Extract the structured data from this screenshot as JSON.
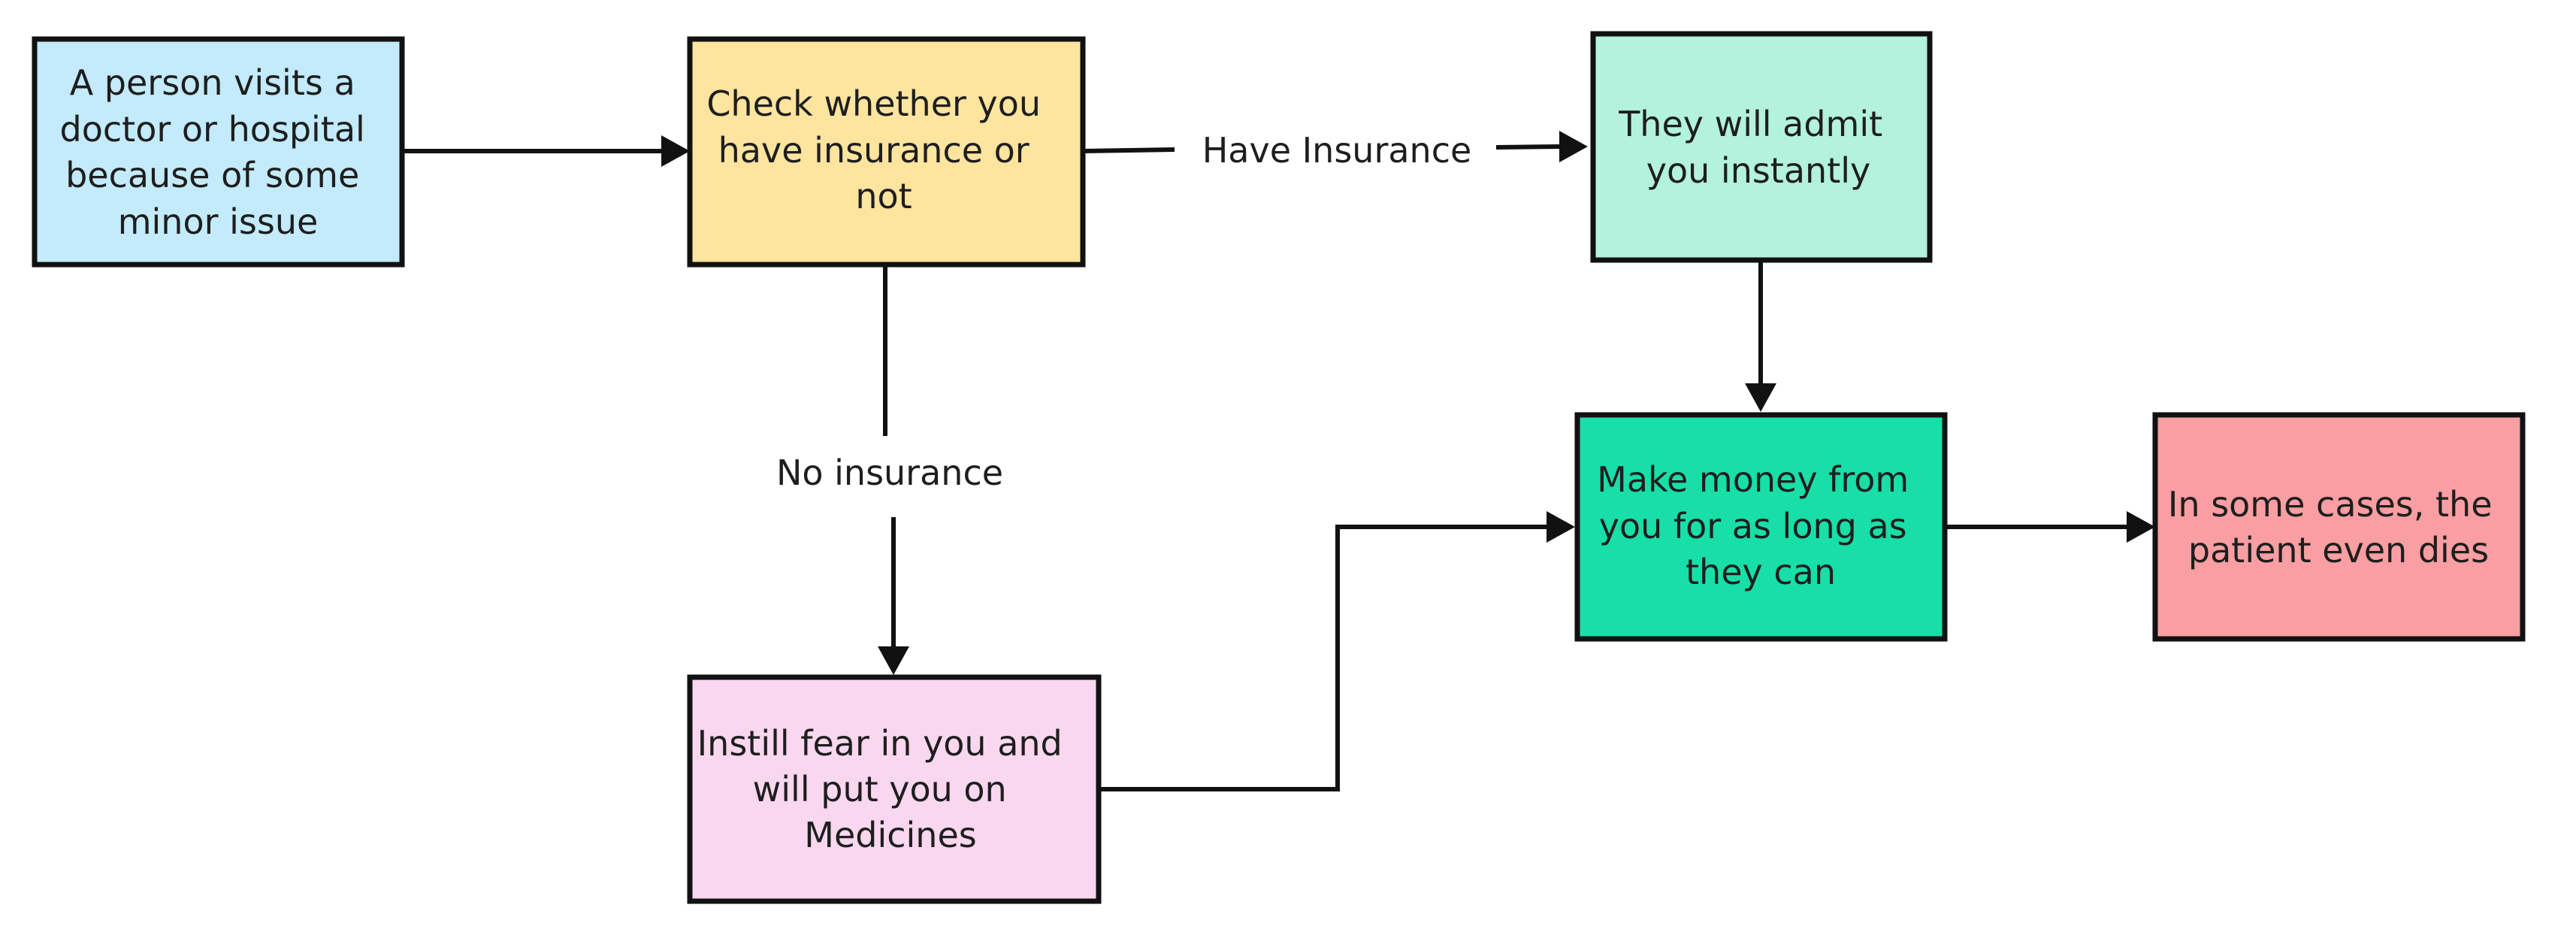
{
  "nodes": [
    {
      "id": "visit",
      "lines": [
        "A person visits a",
        "doctor or hospital",
        "because of some",
        "minor issue"
      ],
      "fill": "#c3ebfc"
    },
    {
      "id": "check",
      "lines": [
        "Check whether you",
        "have insurance or",
        "not"
      ],
      "fill": "#fde49f"
    },
    {
      "id": "admit",
      "lines": [
        "They will admit",
        "you instantly"
      ],
      "fill": "#b3f2dd"
    },
    {
      "id": "money",
      "lines": [
        "Make money from",
        "you for as long as",
        "they can"
      ],
      "fill": "#18dea8"
    },
    {
      "id": "dies",
      "lines": [
        "In some cases, the",
        "patient even dies"
      ],
      "fill": "#f99ea2"
    },
    {
      "id": "fear",
      "lines": [
        "Instill fear in you and",
        "will put you on",
        "Medicines"
      ],
      "fill": "#f9d7ef"
    }
  ],
  "edges": [
    {
      "id": "visit-to-check",
      "from": "visit",
      "to": "check",
      "label": ""
    },
    {
      "id": "check-to-admit",
      "from": "check",
      "to": "admit",
      "label": "Have Insurance"
    },
    {
      "id": "check-to-fear",
      "from": "check",
      "to": "fear",
      "label": "No insurance"
    },
    {
      "id": "admit-to-money",
      "from": "admit",
      "to": "money",
      "label": ""
    },
    {
      "id": "fear-to-money",
      "from": "fear",
      "to": "money",
      "label": ""
    },
    {
      "id": "money-to-dies",
      "from": "money",
      "to": "dies",
      "label": ""
    }
  ]
}
